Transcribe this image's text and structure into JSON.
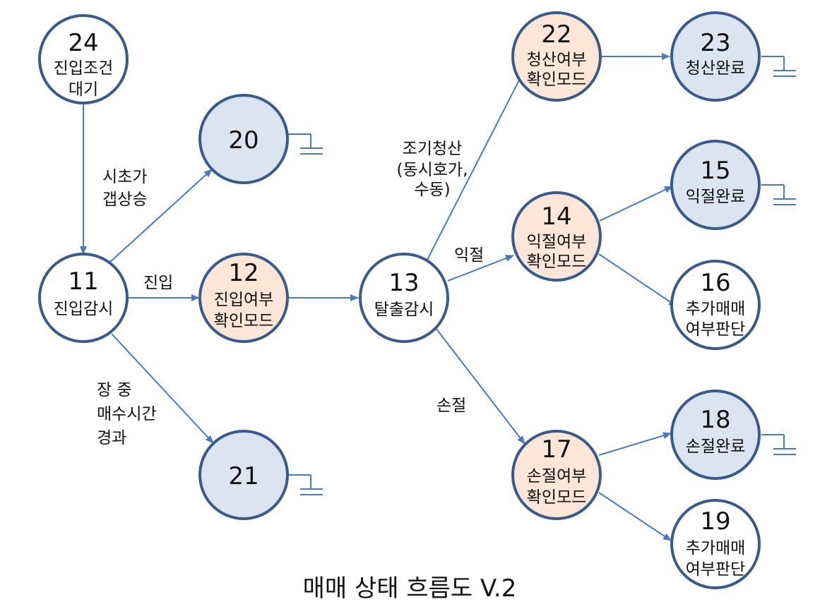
{
  "title": "매매 상태 흐름도 V.2",
  "nodes": {
    "n24": {
      "num": "24",
      "lines": [
        "진입조건",
        "대기"
      ]
    },
    "n20": {
      "num": "20",
      "lines": []
    },
    "n11": {
      "num": "11",
      "lines": [
        "진입감시"
      ]
    },
    "n12": {
      "num": "12",
      "lines": [
        "진입여부",
        "확인모드"
      ]
    },
    "n21": {
      "num": "21",
      "lines": []
    },
    "n13": {
      "num": "13",
      "lines": [
        "탈출감시"
      ]
    },
    "n22": {
      "num": "22",
      "lines": [
        "청산여부",
        "확인모드"
      ]
    },
    "n23": {
      "num": "23",
      "lines": [
        "청산완료"
      ]
    },
    "n14": {
      "num": "14",
      "lines": [
        "익절여부",
        "확인모드"
      ]
    },
    "n15": {
      "num": "15",
      "lines": [
        "익절완료"
      ]
    },
    "n16": {
      "num": "16",
      "lines": [
        "추가매매",
        "여부판단"
      ]
    },
    "n17": {
      "num": "17",
      "lines": [
        "손절여부",
        "확인모드"
      ]
    },
    "n18": {
      "num": "18",
      "lines": [
        "손절완료"
      ]
    },
    "n19": {
      "num": "19",
      "lines": [
        "추가매매",
        "여부판단"
      ]
    }
  },
  "edge_labels": {
    "gap_up": [
      "시초가",
      "갭상승"
    ],
    "entry": [
      "진입"
    ],
    "time_elapsed": [
      "장 중",
      "매수시간",
      "경과"
    ],
    "early_close": [
      "조기청산",
      "(동시호가,",
      "수동)"
    ],
    "take_profit": [
      "익절"
    ],
    "stop_loss": [
      "손절"
    ]
  },
  "colors": {
    "node_border": "#3a5a8c",
    "terminal_fill": "#dbe4f1",
    "confirm_fill": "#fbe6d7",
    "normal_fill": "#ffffff",
    "arrow": "#4a7ab8"
  }
}
